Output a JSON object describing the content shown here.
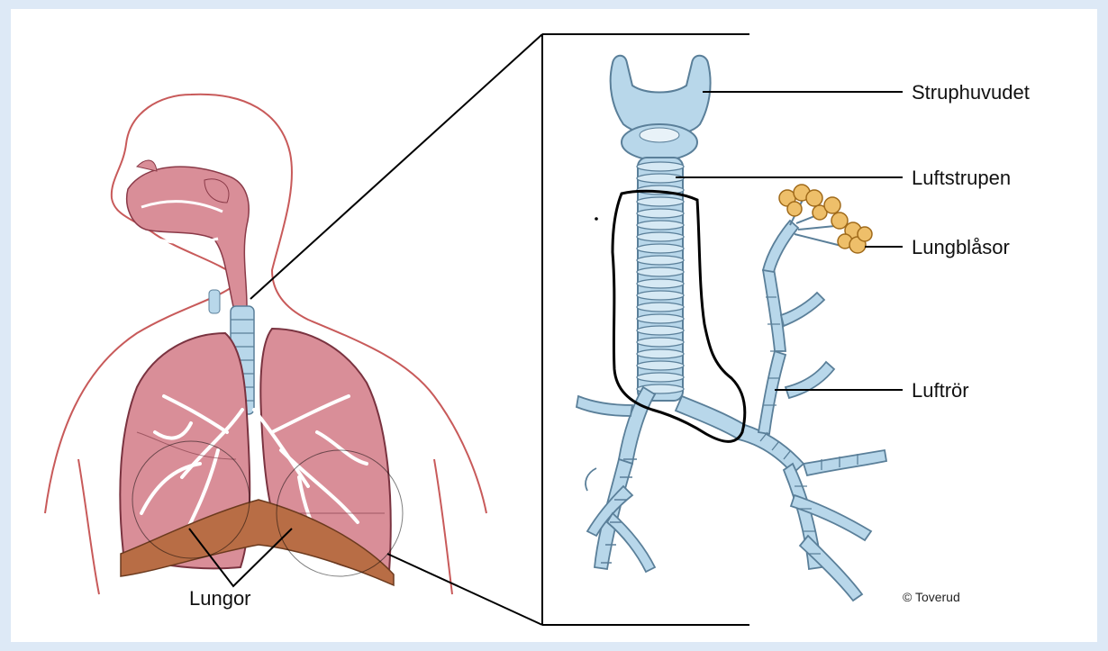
{
  "labels": {
    "larynx": "Struphuvudet",
    "trachea": "Luftstrupen",
    "alveoli": "Lungblåsor",
    "bronchi": "Luftrör",
    "lungs": "Lungor"
  },
  "credit": "© Toverud",
  "colors": {
    "body_outline": "#c85a5a",
    "lung_fill": "#d98e98",
    "lung_dark": "#b86a76",
    "airway_fill": "#b8d7ea",
    "airway_stroke": "#5a7f99",
    "diaphragm": "#b86d45",
    "alveoli_fill": "#eebf6a",
    "annotation": "#000000",
    "background": "#dde9f6"
  }
}
